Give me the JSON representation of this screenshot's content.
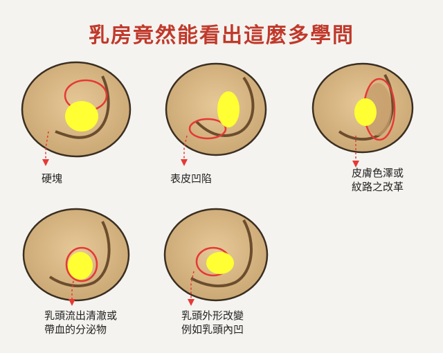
{
  "title": "乳房竟然能看出這麼多學問",
  "panels": [
    {
      "lines": [
        "硬塊"
      ]
    },
    {
      "lines": [
        "表皮凹陷"
      ]
    },
    {
      "lines": [
        "皮膚色澤或",
        "紋路之改革"
      ]
    },
    {
      "lines": [
        "乳頭流出清澈或",
        "帶血的分泌物"
      ]
    },
    {
      "lines": [
        "乳頭外形改變",
        "例如乳頭內凹"
      ]
    }
  ],
  "colors": {
    "title": "#c0392b",
    "skin": "#d9b889",
    "outline": "#3a2e22",
    "mark": "#e53935",
    "nipple": "#ffff33"
  }
}
